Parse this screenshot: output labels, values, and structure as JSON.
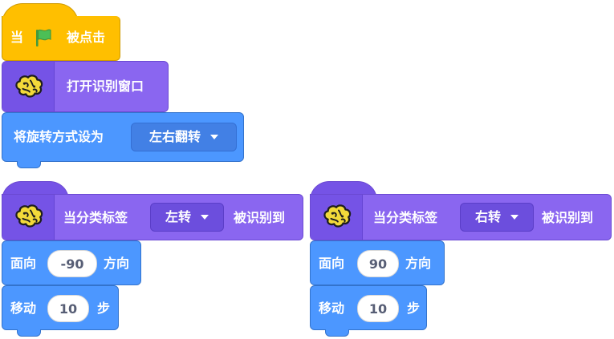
{
  "script1": {
    "hat": {
      "prefix": "当",
      "suffix": "被点击",
      "flag_icon": "green-flag-icon"
    },
    "open_window": {
      "label": "打开识别窗口",
      "icon": "brain-icon"
    },
    "rotation": {
      "label": "将旋转方式设为",
      "option": "左右翻转"
    }
  },
  "script2": {
    "hat": {
      "label": "当分类标签",
      "option": "左转",
      "suffix": "被识别到",
      "icon": "brain-icon"
    },
    "direction": {
      "label": "面向",
      "value": "-90",
      "suffix": "方向"
    },
    "move": {
      "label": "移动",
      "value": "10",
      "suffix": "步"
    }
  },
  "script3": {
    "hat": {
      "label": "当分类标签",
      "option": "右转",
      "suffix": "被识别到",
      "icon": "brain-icon"
    },
    "direction": {
      "label": "面向",
      "value": "90",
      "suffix": "方向"
    },
    "move": {
      "label": "移动",
      "value": "10",
      "suffix": "步"
    }
  },
  "colors": {
    "event": "#FFBF00",
    "extension": "#8A66F0",
    "motion": "#4C97FF",
    "flag": "#4CBF56"
  }
}
